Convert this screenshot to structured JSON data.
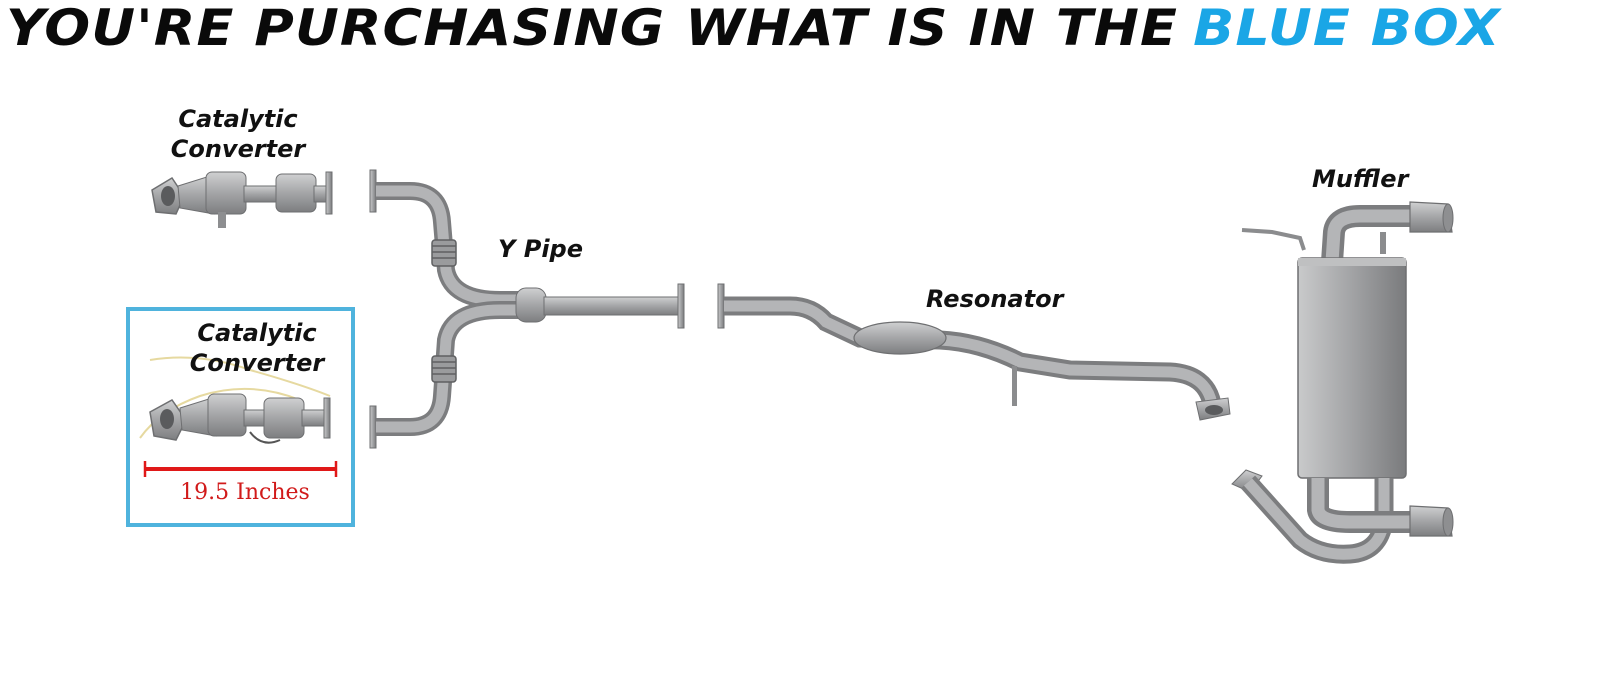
{
  "headline": {
    "prefix": "YOU'RE PURCHASING WHAT IS IN THE",
    "highlight": "BLUE BOX",
    "dark_color": "#0a0a0a",
    "highlight_color": "#1aa6e6"
  },
  "labels": {
    "catalytic_converter_top": [
      "Catalytic",
      "Converter"
    ],
    "catalytic_converter_bottom": [
      "Catalytic",
      "Converter"
    ],
    "y_pipe": "Y Pipe",
    "resonator": "Resonator",
    "muffler": "Muffler"
  },
  "measurement": {
    "text": "19.5 Inches",
    "color": "#d11a1a"
  },
  "colors": {
    "highlight_box": "#4fb3dd",
    "pipe": "#a9aaab",
    "pipe_edge": "#7c7d7f"
  }
}
